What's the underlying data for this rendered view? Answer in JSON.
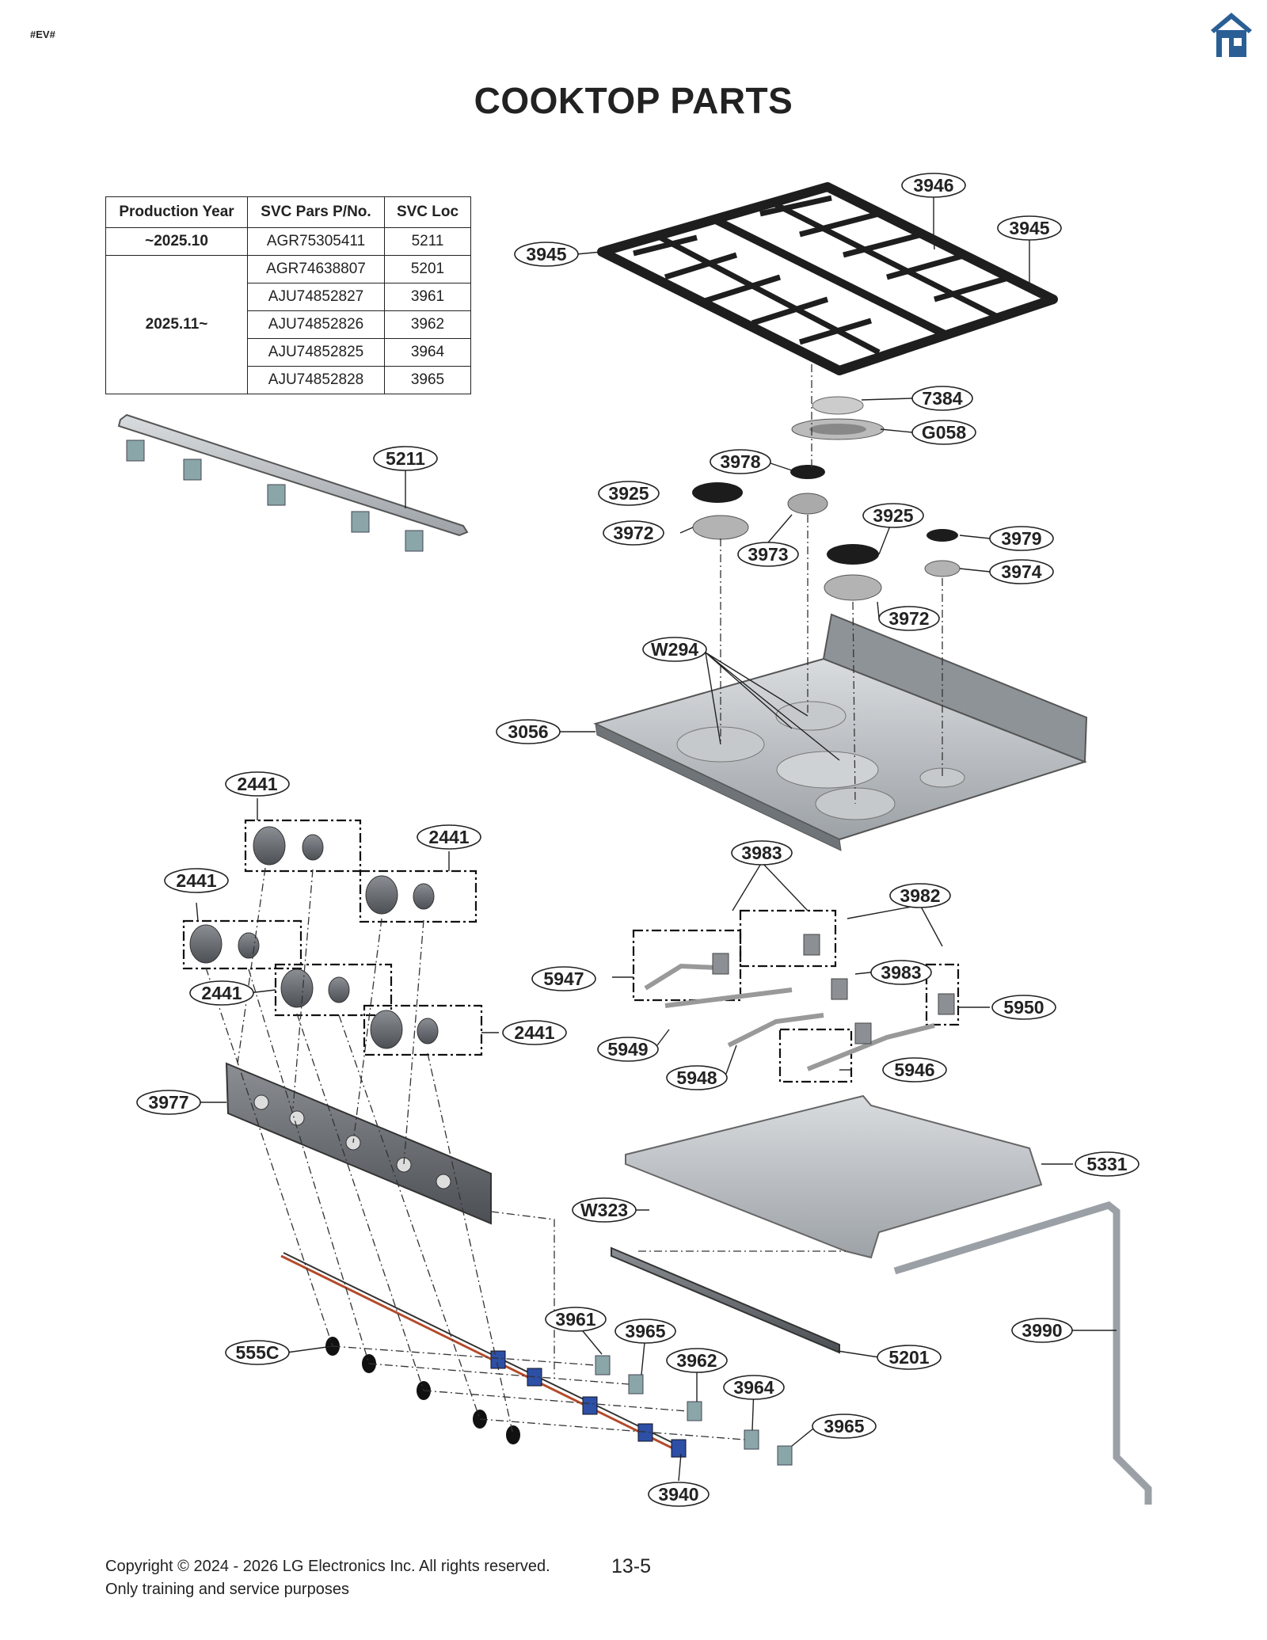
{
  "header": {
    "tag": "#EV#",
    "home_icon": "home-icon",
    "title": "COOKTOP PARTS"
  },
  "production_table": {
    "headers": [
      "Production Year",
      "SVC Pars P/No.",
      "SVC Loc"
    ],
    "rows": [
      {
        "year": "~2025.10",
        "part": "AGR75305411",
        "loc": "5211"
      },
      {
        "year": "2025.11~",
        "part": "AGR74638807",
        "loc": "5201"
      },
      {
        "year": "",
        "part": "AJU74852827",
        "loc": "3961"
      },
      {
        "year": "",
        "part": "AJU74852826",
        "loc": "3962"
      },
      {
        "year": "",
        "part": "AJU74852825",
        "loc": "3964"
      },
      {
        "year": "",
        "part": "AJU74852828",
        "loc": "3965"
      }
    ]
  },
  "callouts": [
    {
      "id": "c-3946",
      "label": "3946"
    },
    {
      "id": "c-3945a",
      "label": "3945"
    },
    {
      "id": "c-3945b",
      "label": "3945"
    },
    {
      "id": "c-7384",
      "label": "7384"
    },
    {
      "id": "c-G058",
      "label": "G058"
    },
    {
      "id": "c-3978",
      "label": "3978"
    },
    {
      "id": "c-3925a",
      "label": "3925"
    },
    {
      "id": "c-3925b",
      "label": "3925"
    },
    {
      "id": "c-3972a",
      "label": "3972"
    },
    {
      "id": "c-3973",
      "label": "3973"
    },
    {
      "id": "c-3979",
      "label": "3979"
    },
    {
      "id": "c-3974",
      "label": "3974"
    },
    {
      "id": "c-3972b",
      "label": "3972"
    },
    {
      "id": "c-W294",
      "label": "W294"
    },
    {
      "id": "c-3056",
      "label": "3056"
    },
    {
      "id": "c-5211",
      "label": "5211"
    },
    {
      "id": "c-2441a",
      "label": "2441"
    },
    {
      "id": "c-2441b",
      "label": "2441"
    },
    {
      "id": "c-2441c",
      "label": "2441"
    },
    {
      "id": "c-2441d",
      "label": "2441"
    },
    {
      "id": "c-2441e",
      "label": "2441"
    },
    {
      "id": "c-3983a",
      "label": "3983"
    },
    {
      "id": "c-3982",
      "label": "3982"
    },
    {
      "id": "c-3983b",
      "label": "3983"
    },
    {
      "id": "c-5947",
      "label": "5947"
    },
    {
      "id": "c-5950",
      "label": "5950"
    },
    {
      "id": "c-5949",
      "label": "5949"
    },
    {
      "id": "c-5948",
      "label": "5948"
    },
    {
      "id": "c-5946",
      "label": "5946"
    },
    {
      "id": "c-3977",
      "label": "3977"
    },
    {
      "id": "c-5331",
      "label": "5331"
    },
    {
      "id": "c-W323",
      "label": "W323"
    },
    {
      "id": "c-3990",
      "label": "3990"
    },
    {
      "id": "c-5201",
      "label": "5201"
    },
    {
      "id": "c-3961",
      "label": "3961"
    },
    {
      "id": "c-3965a",
      "label": "3965"
    },
    {
      "id": "c-3962",
      "label": "3962"
    },
    {
      "id": "c-3964",
      "label": "3964"
    },
    {
      "id": "c-3965b",
      "label": "3965"
    },
    {
      "id": "c-555C",
      "label": "555C"
    },
    {
      "id": "c-3940",
      "label": "3940"
    }
  ],
  "footer": {
    "copyright": "Copyright © 2024 - 2026 LG Electronics Inc. All rights reserved.",
    "note": "Only training and service purposes",
    "page": "13-5"
  }
}
